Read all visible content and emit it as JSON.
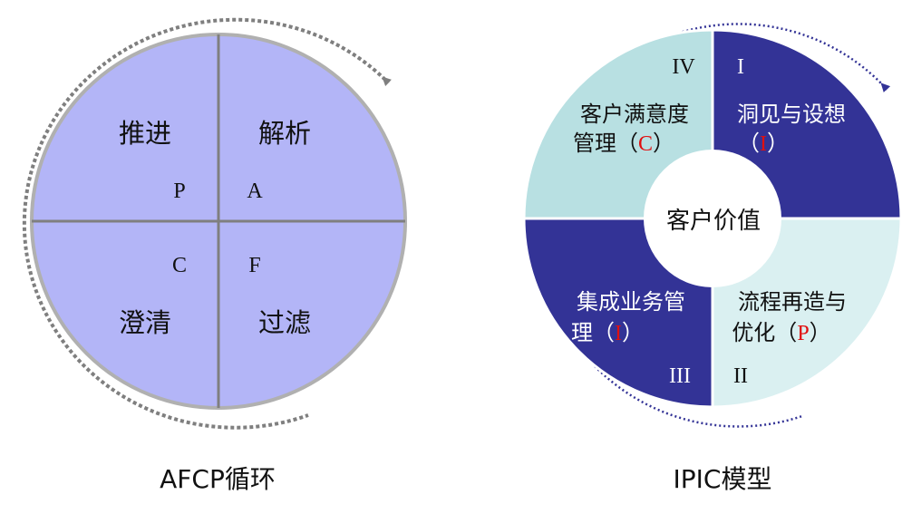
{
  "afcp": {
    "caption": "AFCP循环",
    "quadrants": {
      "top_left": {
        "name": "推进",
        "letter": "P"
      },
      "top_right": {
        "name": "解析",
        "letter": "A"
      },
      "bottom_left": {
        "name": "澄清",
        "letter": "C"
      },
      "bottom_right": {
        "name": "过滤",
        "letter": "F"
      }
    },
    "colors": {
      "fill": "#b3b5f7",
      "border": "#b0b0b0",
      "dots": "#7f7f7f"
    }
  },
  "ipic": {
    "caption": "IPIC模型",
    "center": "客户价值",
    "quadrants": {
      "top_right": {
        "numeral": "I",
        "line1": "洞见与设想",
        "open": "（",
        "code": "I",
        "close": "）"
      },
      "bottom_right": {
        "numeral": "II",
        "line1": "流程再造与",
        "line2_prefix": "优化（",
        "code": "P",
        "close": "）"
      },
      "bottom_left": {
        "numeral": "III",
        "line1": "集成业务管",
        "line2_prefix": "理（",
        "code": "I",
        "close": "）"
      },
      "top_left": {
        "numeral": "IV",
        "line1": "客户满意度",
        "line2_prefix": "管理（",
        "code": "C",
        "close": "）"
      }
    },
    "colors": {
      "dark": "#333396",
      "light_tl": "#b8e0e2",
      "light_br": "#daf0f1",
      "code_red": "#e01010",
      "dots": "#333396"
    }
  }
}
